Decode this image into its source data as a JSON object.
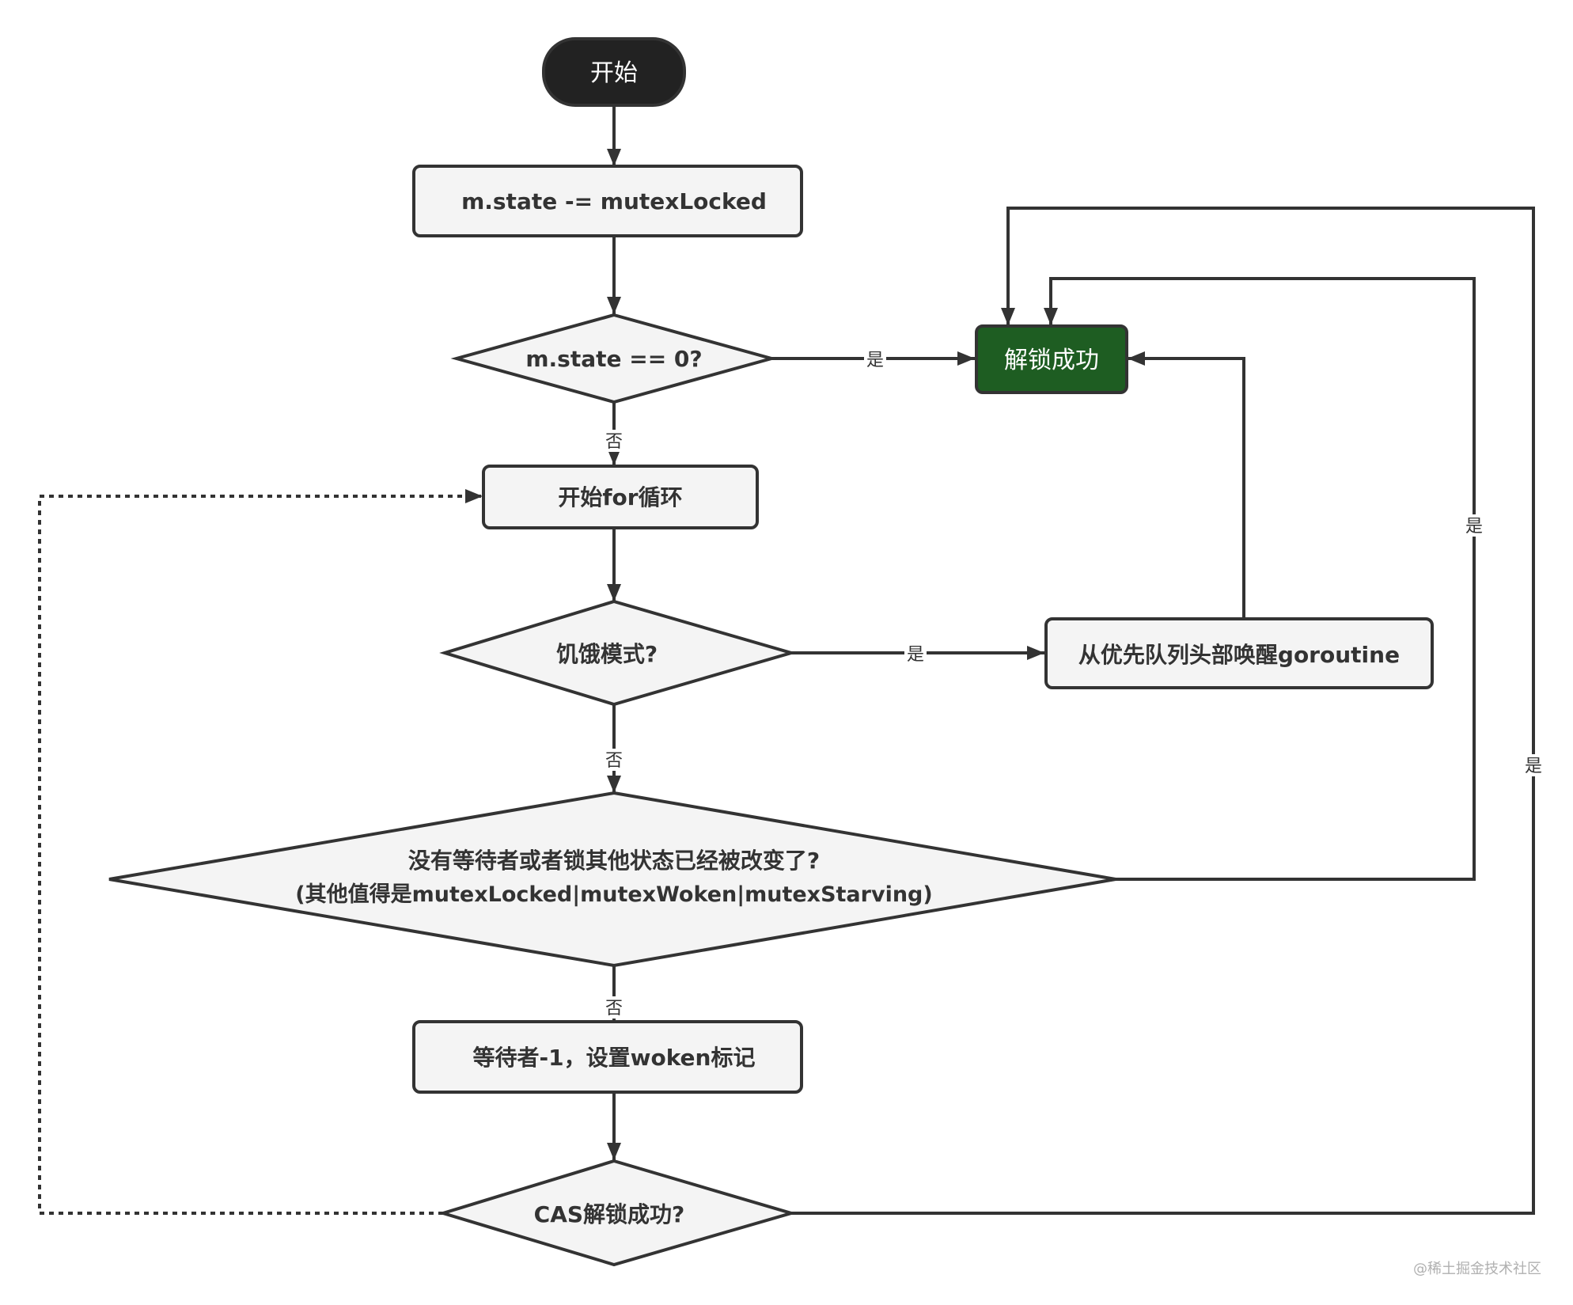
{
  "diagram": {
    "title": "Mutex Unlock flowchart",
    "nodes": {
      "start": {
        "label": "开始",
        "shape": "terminal",
        "fill": "#222222",
        "text_color": "#ffffff"
      },
      "decrement": {
        "label": "m.state -= mutexLocked",
        "shape": "process",
        "fill": "#f4f4f4"
      },
      "state_zero": {
        "label": "m.state == 0?",
        "shape": "decision",
        "fill": "#f4f4f4"
      },
      "unlock_ok": {
        "label": "解锁成功",
        "shape": "process",
        "fill": "#1e5d22",
        "text_color": "#ffffff"
      },
      "for_loop": {
        "label": "开始for循环",
        "shape": "process",
        "fill": "#f4f4f4"
      },
      "starving": {
        "label": "饥饿模式?",
        "shape": "decision",
        "fill": "#f4f4f4"
      },
      "wake_head": {
        "label": "从优先队列头部唤醒goroutine",
        "shape": "process",
        "fill": "#f4f4f4"
      },
      "no_waiters": {
        "label_line1": "没有等待者或者锁其他状态已经被改变了?",
        "label_line2": "(其他值得是mutexLocked|mutexWoken|mutexStarving)",
        "shape": "decision",
        "fill": "#f4f4f4"
      },
      "set_woken": {
        "label": "等待者-1，设置woken标记",
        "shape": "process",
        "fill": "#f4f4f4"
      },
      "cas": {
        "label": "CAS解锁成功?",
        "shape": "decision",
        "fill": "#f4f4f4"
      }
    },
    "edges": [
      {
        "from": "start",
        "to": "decrement",
        "label": ""
      },
      {
        "from": "decrement",
        "to": "state_zero",
        "label": ""
      },
      {
        "from": "state_zero",
        "to": "unlock_ok",
        "label": "是"
      },
      {
        "from": "state_zero",
        "to": "for_loop",
        "label": "否"
      },
      {
        "from": "for_loop",
        "to": "starving",
        "label": ""
      },
      {
        "from": "starving",
        "to": "wake_head",
        "label": "是"
      },
      {
        "from": "starving",
        "to": "no_waiters",
        "label": "否"
      },
      {
        "from": "wake_head",
        "to": "unlock_ok",
        "label": ""
      },
      {
        "from": "no_waiters",
        "to": "unlock_ok",
        "label": "是"
      },
      {
        "from": "no_waiters",
        "to": "set_woken",
        "label": "否"
      },
      {
        "from": "set_woken",
        "to": "cas",
        "label": ""
      },
      {
        "from": "cas",
        "to": "unlock_ok",
        "label": "是"
      },
      {
        "from": "cas",
        "to": "for_loop",
        "label": "",
        "style": "dotted"
      }
    ],
    "edge_labels": {
      "yes": "是",
      "no": "否"
    },
    "line_color": "#333333"
  },
  "watermark": "@稀土掘金技术社区"
}
